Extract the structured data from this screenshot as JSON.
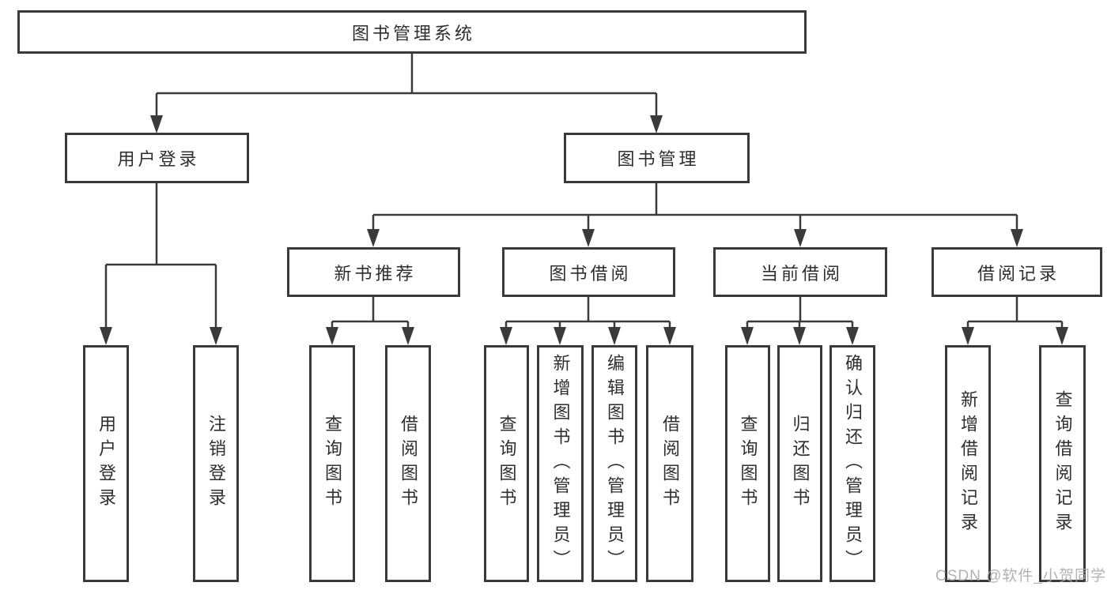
{
  "diagram": {
    "title": "图书管理系统",
    "root": {
      "label": "图书管理系统"
    },
    "level2": [
      {
        "label": "用户登录"
      },
      {
        "label": "图书管理"
      }
    ],
    "level3": [
      {
        "label": "新书推荐"
      },
      {
        "label": "图书借阅"
      },
      {
        "label": "当前借阅"
      },
      {
        "label": "借阅记录"
      }
    ],
    "leaves": [
      {
        "label": "用户登录",
        "parent": "用户登录"
      },
      {
        "label": "注销登录",
        "parent": "用户登录"
      },
      {
        "label": "查询图书",
        "parent": "新书推荐"
      },
      {
        "label": "借阅图书",
        "parent": "新书推荐"
      },
      {
        "label": "查询图书",
        "parent": "图书借阅"
      },
      {
        "label": "新增图书（管理员）",
        "parent": "图书借阅"
      },
      {
        "label": "编辑图书（管理员）",
        "parent": "图书借阅"
      },
      {
        "label": "借阅图书",
        "parent": "图书借阅"
      },
      {
        "label": "查询图书",
        "parent": "当前借阅"
      },
      {
        "label": "归还图书",
        "parent": "当前借阅"
      },
      {
        "label": "确认归还（管理员）",
        "parent": "当前借阅"
      },
      {
        "label": "新增借阅记录",
        "parent": "借阅记录"
      },
      {
        "label": "查询借阅记录",
        "parent": "借阅记录"
      }
    ],
    "colors": {
      "line": "#3a3a3c",
      "text": "#2e2e30",
      "background": "#ffffff",
      "watermark": "#aaaaac"
    }
  },
  "watermark": {
    "text": "CSDN @软件_小贺同学"
  }
}
